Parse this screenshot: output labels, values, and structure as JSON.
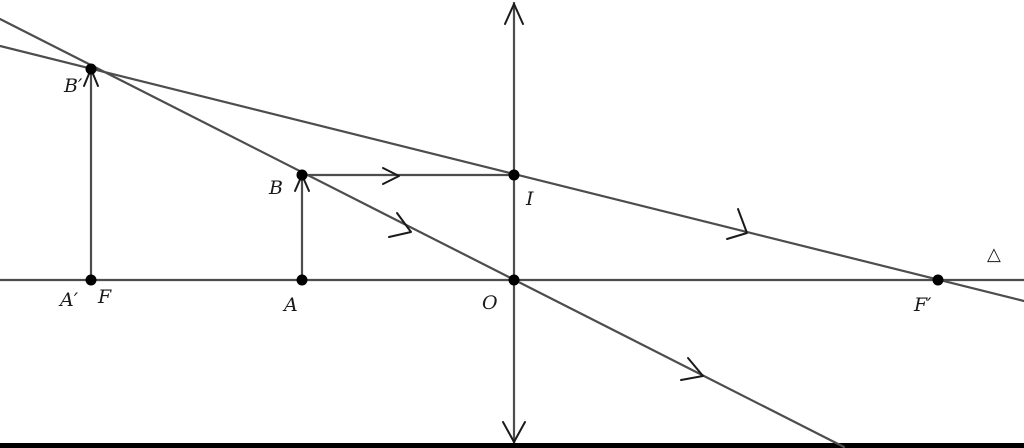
{
  "labels": {
    "A": "A",
    "A_prime": "A′",
    "B": "B",
    "B_prime": "B′",
    "F": "F",
    "F_prime": "F′",
    "O": "O",
    "I": "I",
    "axis_symbol": "△"
  },
  "colors": {
    "line": "#4d4d4d",
    "point": "#000000",
    "text": "#1a1a1a"
  }
}
